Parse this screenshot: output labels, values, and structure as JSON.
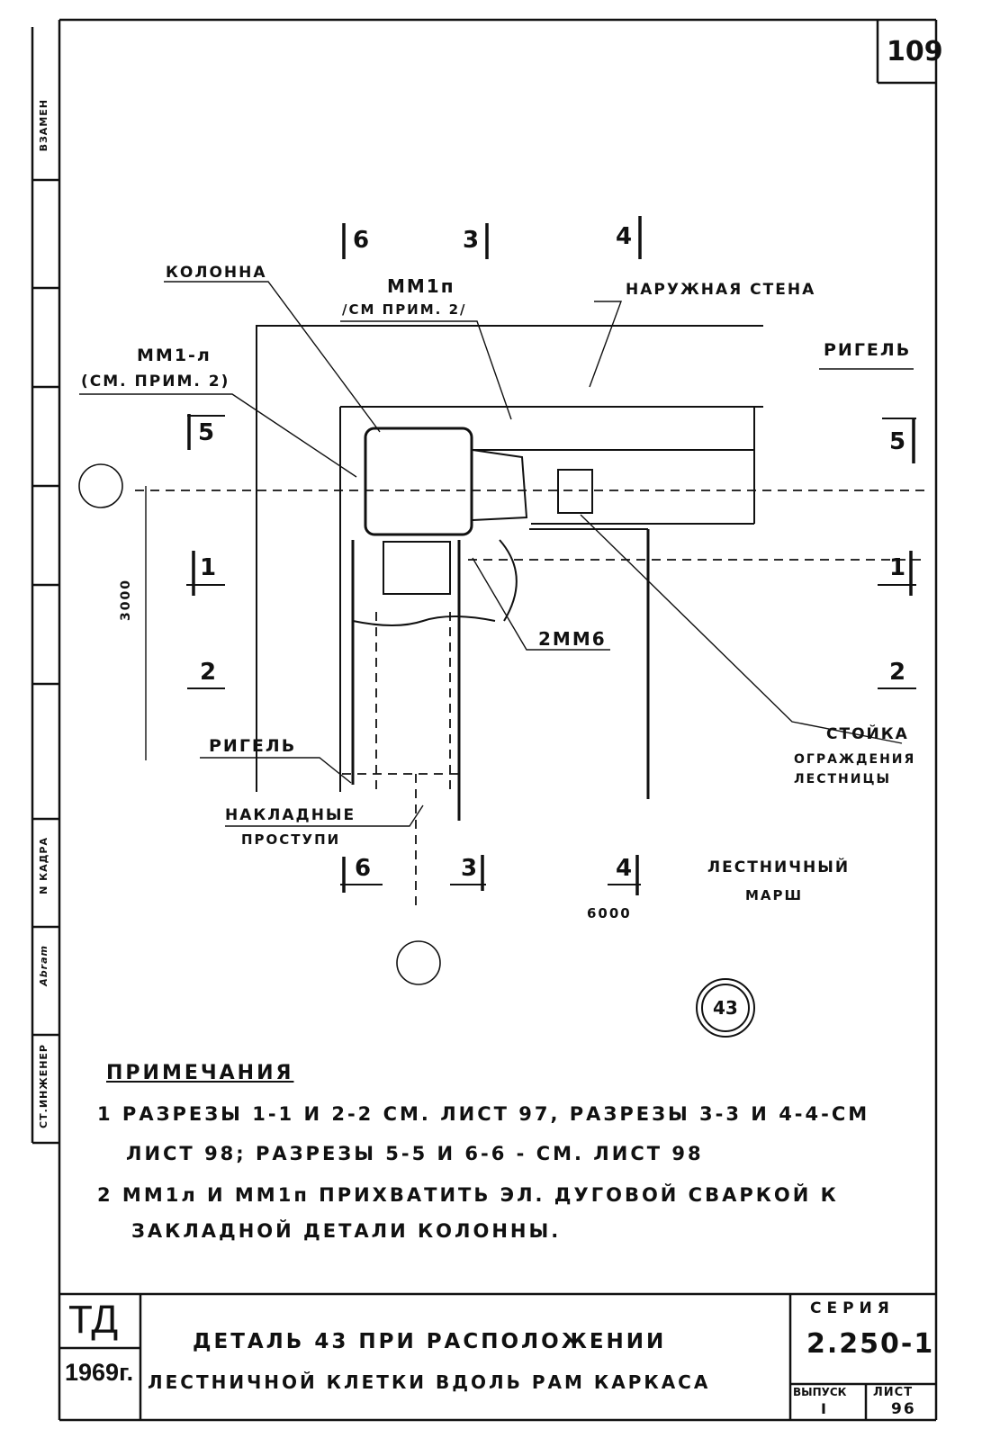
{
  "sheet_number": "109",
  "side_stamp": {
    "vzamen": "ВЗАМЕН",
    "kadr": "N КАДРА",
    "signature": "Abram",
    "engineer": "СТ.ИНЖЕНЕР"
  },
  "section_marks": {
    "s6_top": "6",
    "s3_top": "3",
    "s4_top": "4",
    "s5_left": "5",
    "s5_right": "5",
    "s1_left": "1",
    "s1_right": "1",
    "s2_left": "2",
    "s2_right": "2",
    "s6_bottom": "6",
    "s3_bottom": "3",
    "s4_bottom": "4"
  },
  "labels": {
    "kolonna": "КОЛОННА",
    "mm1p": "ММ1п",
    "mm1p_note": "/СМ ПРИМ. 2/",
    "mm1l": "ММ1-л",
    "mm1l_note": "(СМ. ПРИМ. 2)",
    "outer_wall": "НАРУЖНАЯ СТЕНА",
    "rigel_top": "РИГЕЛЬ",
    "mm6": "2ММ6",
    "rigel_left": "РИГЕЛЬ",
    "nakladnye": "НАКЛАДНЫЕ",
    "prostupi": "ПРОСТУПИ",
    "stoyka": "СТОЙКА",
    "ograzhdeniya": "ОГРАЖДЕНИЯ",
    "lestnitsy": "ЛЕСТНИЦЫ",
    "lestnichny": "ЛЕСТНИЧНЫЙ",
    "marsh": "МАРШ",
    "dim_3000": "3000",
    "dim_6000": "6000",
    "detail_number": "43"
  },
  "notes": {
    "heading": "ПРИМЕЧАНИЯ",
    "n1_line1": "1 РАЗРЕЗЫ 1-1 И 2-2 СМ. ЛИСТ 97, РАЗРЕЗЫ 3-3 И 4-4-СМ",
    "n1_line2": "ЛИСТ 98; РАЗРЕЗЫ 5-5 И 6-6 - СМ. ЛИСТ 98",
    "n2_line1": "2 ММ1л И ММ1п ПРИХВАТИТЬ ЭЛ. ДУГОВОЙ СВАРКОЙ К",
    "n2_line2": "ЗАКЛАДНОЙ ДЕТАЛИ КОЛОННЫ."
  },
  "title_block": {
    "org": "ТД",
    "year": "1969г.",
    "title_line1": "ДЕТАЛЬ 43 ПРИ РАСПОЛОЖЕНИИ",
    "title_line2": "ЛЕСТНИЧНОЙ КЛЕТКИ ВДОЛЬ РАМ КАРКАСА",
    "series_label": "СЕРИЯ",
    "series_value": "2.250-1",
    "vypusk_label": "ВЫПУСК",
    "vypusk_value": "I",
    "list_label": "ЛИСТ",
    "list_value": "96"
  }
}
